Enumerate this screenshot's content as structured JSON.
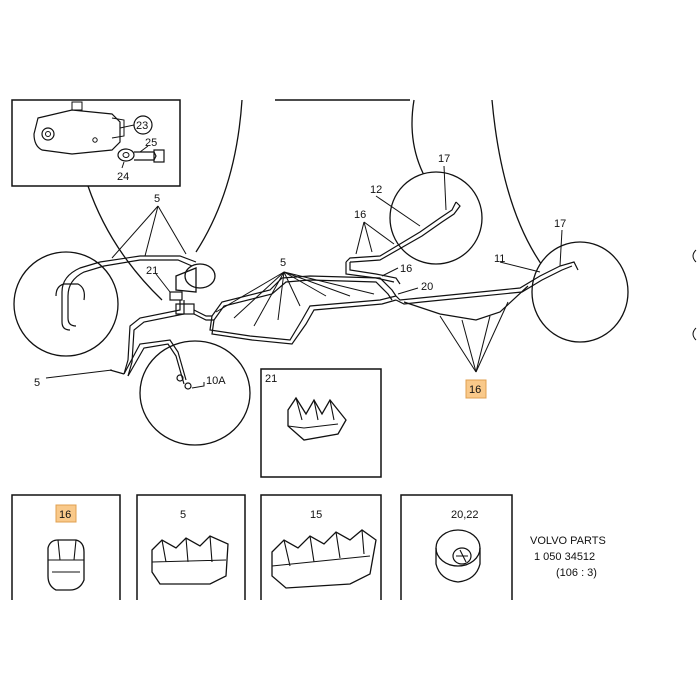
{
  "callouts": {
    "n23": "23",
    "n25": "25",
    "n24": "24",
    "n5_top": "5",
    "n21_main": "21",
    "n5_left": "5",
    "n10A": "10A",
    "n5_mid": "5",
    "n17_a": "17",
    "n12": "12",
    "n16_a": "16",
    "n16_b": "16",
    "n20": "20",
    "n11": "11",
    "n17_b": "17",
    "n16_hl": "16"
  },
  "insets": {
    "clip21": "21",
    "clip16": "16",
    "clip5": "5",
    "clip15": "15",
    "grommet": "20,22"
  },
  "catalog": {
    "line1": "VOLVO  PARTS",
    "line2": "1 050  34512",
    "line3": "(106 : 3)"
  },
  "colors": {
    "highlight": "#f9c98a",
    "line": "#111111"
  }
}
